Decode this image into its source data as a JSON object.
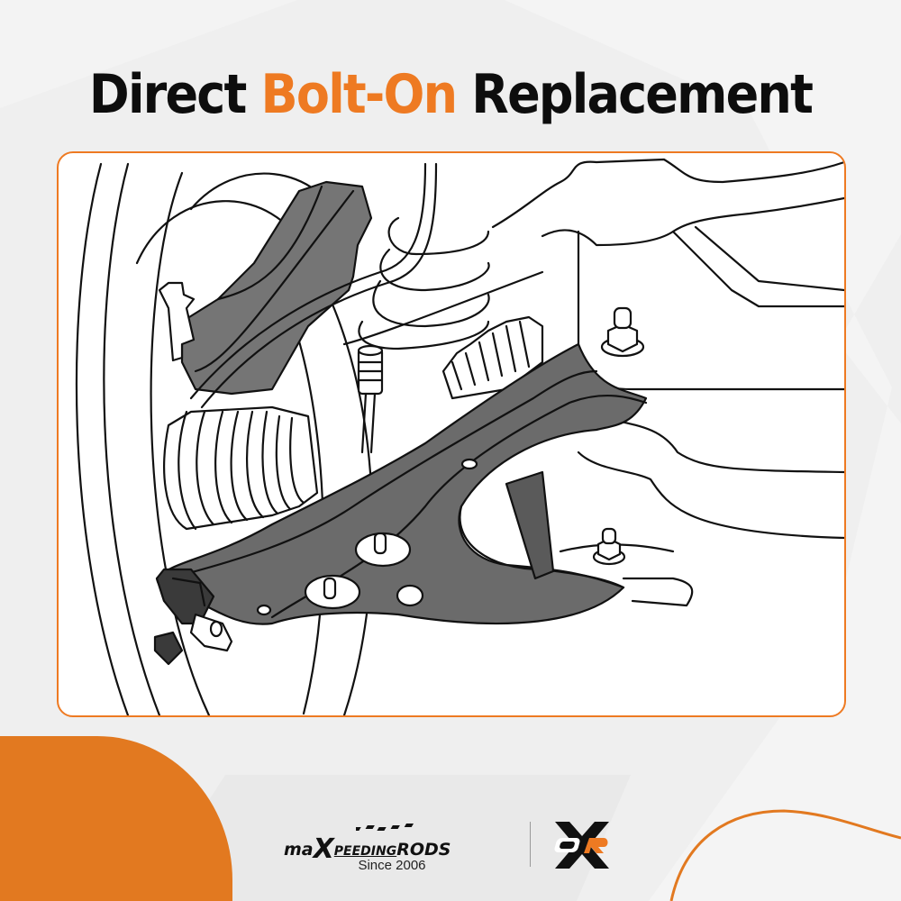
{
  "headline": {
    "part1": "Direct ",
    "accent": "Bolt-On",
    "part2": " Replacement"
  },
  "illustration": {
    "alt": "Line drawing of front suspension lower control arm bolted to subframe next to wheel hub, CV boot and coil spring"
  },
  "brand": {
    "name_prefix": "ma",
    "name_x": "X",
    "name_mid": "PEEDING",
    "name_suffix": "RODS",
    "tagline": "Since 2006",
    "secondary_logo": "XOR"
  },
  "colors": {
    "accent": "#ee7a22",
    "blob": "#e27920",
    "background": "#efefef",
    "arm_fill": "#6b6b6b",
    "text": "#0d0d0d"
  }
}
